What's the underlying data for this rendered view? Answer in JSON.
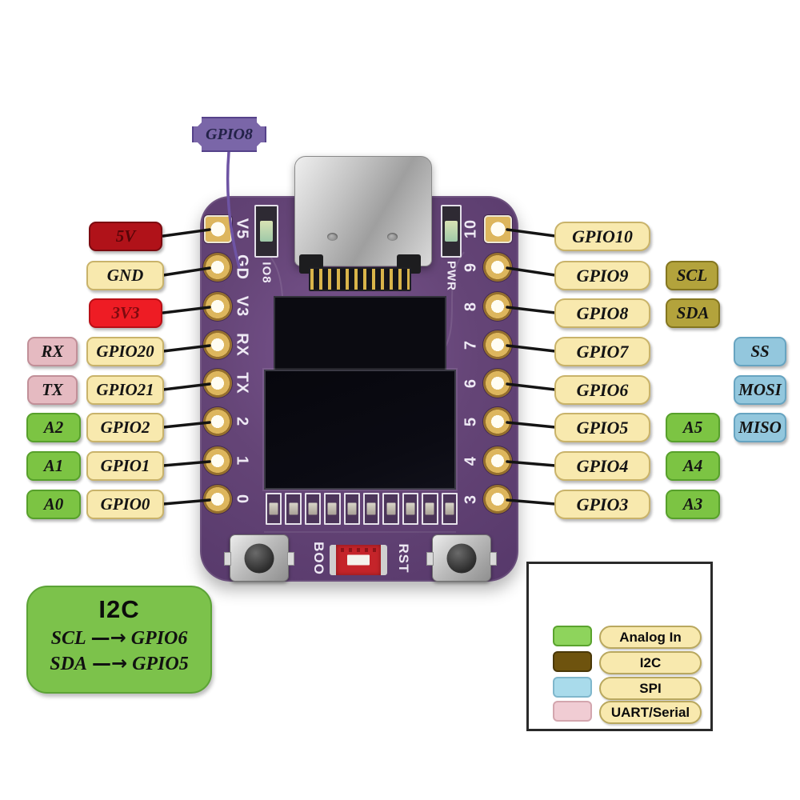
{
  "callout_top": {
    "label": "GPIO8"
  },
  "board": {
    "silk_left": [
      "V5",
      "GD",
      "V3",
      "RX",
      "TX",
      "2",
      "1",
      "0"
    ],
    "silk_right": [
      "10",
      "9",
      "8",
      "7",
      "6",
      "5",
      "4",
      "3"
    ],
    "led_left_label": "IO8",
    "led_right_label": "PWR",
    "button_left_label": "BOO",
    "button_right_label": "RST"
  },
  "pins_left": [
    {
      "primary": "5V",
      "type": "power-5v"
    },
    {
      "primary": "GND",
      "type": "gpio"
    },
    {
      "primary": "3V3",
      "type": "power-3v3"
    },
    {
      "primary": "GPIO20",
      "secondary": "RX",
      "secondary_type": "uart"
    },
    {
      "primary": "GPIO21",
      "secondary": "TX",
      "secondary_type": "uart"
    },
    {
      "primary": "GPIO2",
      "secondary": "A2",
      "secondary_type": "analog"
    },
    {
      "primary": "GPIO1",
      "secondary": "A1",
      "secondary_type": "analog"
    },
    {
      "primary": "GPIO0",
      "secondary": "A0",
      "secondary_type": "analog"
    }
  ],
  "pins_right": [
    {
      "primary": "GPIO10"
    },
    {
      "primary": "GPIO9",
      "secondary": "SCL",
      "secondary_type": "i2c"
    },
    {
      "primary": "GPIO8",
      "secondary": "SDA",
      "secondary_type": "i2c"
    },
    {
      "primary": "GPIO7",
      "tertiary": "SS",
      "tertiary_type": "spi"
    },
    {
      "primary": "GPIO6",
      "tertiary": "MOSI",
      "tertiary_type": "spi"
    },
    {
      "primary": "GPIO5",
      "secondary": "A5",
      "secondary_type": "analog",
      "tertiary": "MISO",
      "tertiary_type": "spi"
    },
    {
      "primary": "GPIO4",
      "secondary": "A4",
      "secondary_type": "analog"
    },
    {
      "primary": "GPIO3",
      "secondary": "A3",
      "secondary_type": "analog"
    }
  ],
  "i2c_box": {
    "title": "I2C",
    "rows": [
      {
        "signal": "SCL",
        "arrow": "—→",
        "pin": "GPIO6"
      },
      {
        "signal": "SDA",
        "arrow": "—→",
        "pin": "GPIO5"
      }
    ]
  },
  "legend": {
    "items": [
      {
        "label": "Analog In",
        "color": "#8ed45c"
      },
      {
        "label": "I2C",
        "color": "#6e530e"
      },
      {
        "label": "SPI",
        "color": "#a9dbeb"
      },
      {
        "label": "UART/Serial",
        "color": "#f0ccd3"
      }
    ]
  },
  "colors": {
    "board_purple": "#654577",
    "label_gpio": "#f8e9ae",
    "label_5v": "#b01219",
    "label_3v3": "#ee1c24",
    "label_uart": "#e5bac1",
    "label_analog": "#7cc443",
    "label_i2c": "#b3a33c",
    "label_spi": "#93c7dd",
    "callout_purple": "#7a66a8",
    "i2c_box_green": "#7cc24b"
  }
}
